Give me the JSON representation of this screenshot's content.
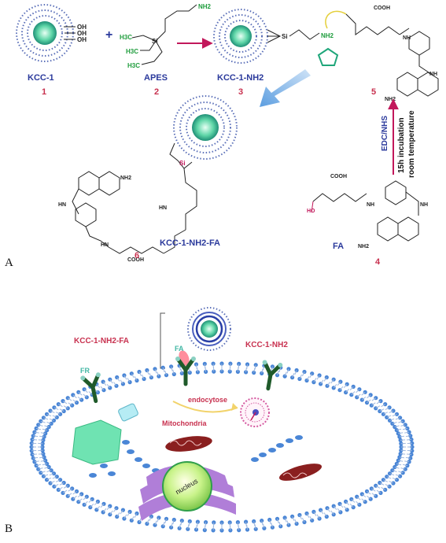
{
  "panel_a": {
    "label": "A",
    "compounds": [
      {
        "name": "KCC-1",
        "number": "1"
      },
      {
        "name": "APES",
        "number": "2"
      },
      {
        "name": "KCC-1-NH2",
        "number": "3"
      },
      {
        "name": "FA",
        "number": "4"
      },
      {
        "number": "5"
      },
      {
        "name": "KCC-1-NH2-FA",
        "number": "6"
      }
    ],
    "plus": "+",
    "conditions": {
      "reagent": "EDC/NHS",
      "line1": "15h incubation",
      "line2": "room temperature"
    },
    "atoms": {
      "oh": "OH",
      "h3c": "H3C",
      "si": "Si",
      "nh2": "NH2",
      "nh": "NH",
      "hn": "HN",
      "o": "O",
      "n": "N",
      "cooh": "COOH",
      "ho": "HO"
    }
  },
  "panel_b": {
    "label": "B",
    "labels": {
      "nanoparticle": "KCC-1-NH2",
      "conjugate": "KCC-1-NH2-FA",
      "fa": "FA",
      "fr": "FR",
      "endocytose": "endocytose",
      "mitochondria": "Mitochondria",
      "nucleus": "nucleus"
    }
  },
  "colors": {
    "label_blue": "#2b3a9c",
    "number_red": "#c8314f",
    "arrow_magenta": "#c2185b",
    "arrow_lightblue": "#7fb3e6",
    "membrane": "#4a86d6",
    "receptor_green": "#1f5a2a",
    "mitochondria_red": "#8a1f1f",
    "golgi_purple": "#b07ed8",
    "er_green": "#6fe3b2",
    "nucleus_green": "#b9f07f"
  }
}
